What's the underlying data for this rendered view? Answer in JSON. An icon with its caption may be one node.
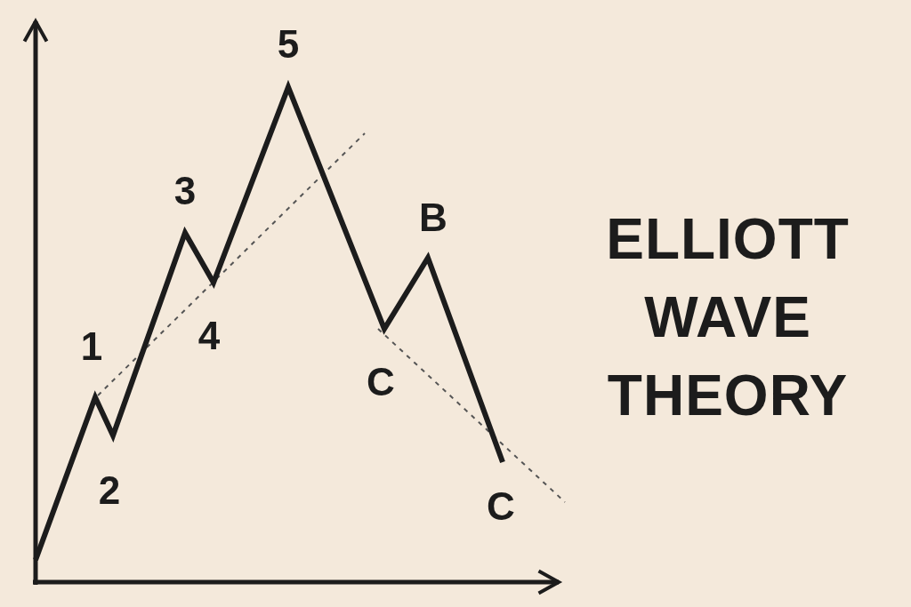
{
  "diagram": {
    "title": "ELLIOTT WAVE THEORY",
    "labels": [
      "5",
      "3",
      "B",
      "1",
      "4",
      "C",
      "2",
      "C"
    ]
  }
}
